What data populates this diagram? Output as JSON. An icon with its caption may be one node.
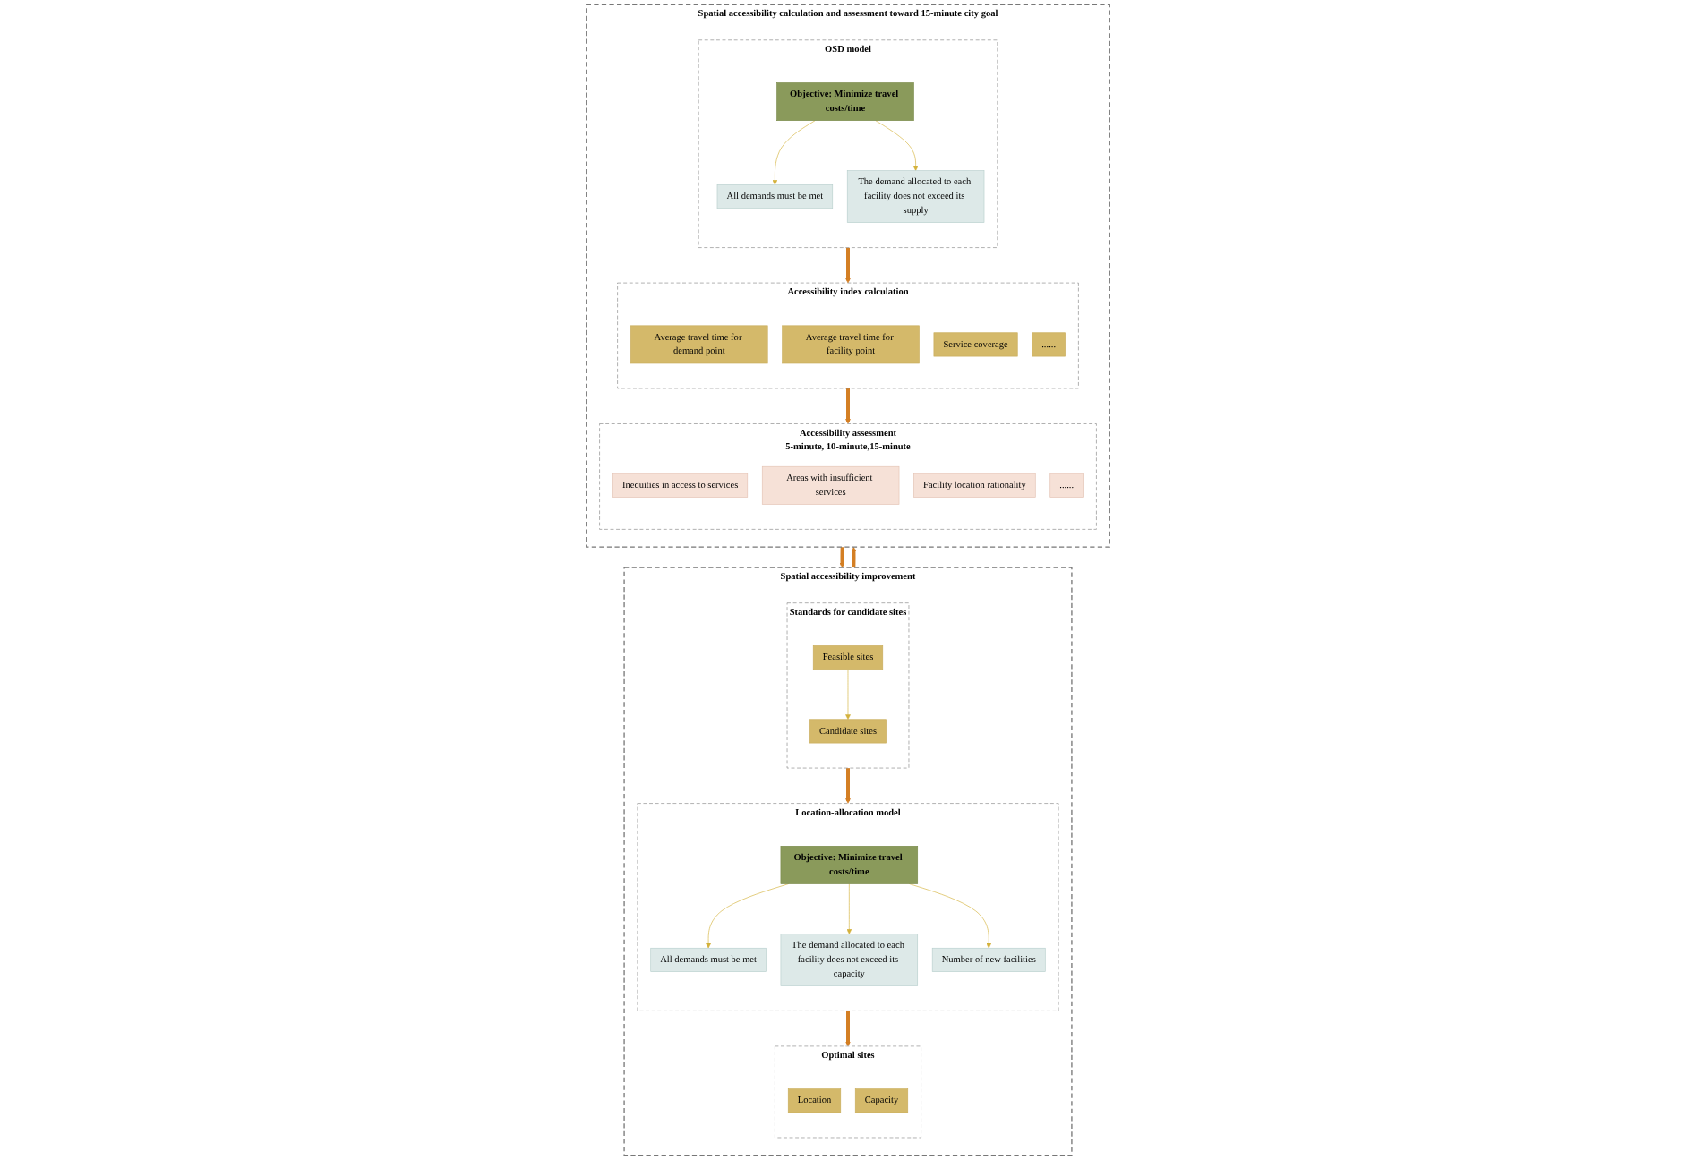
{
  "diagram": {
    "nodes": [
      {
        "text": [
          "Spatial accessibility calculation and assessment toward 15-minute city goal"
        ]
      },
      {
        "text": [
          "OSD model"
        ],
        "in": 0
      },
      {
        "text": [
          "Objective: Minimize travel costs/time"
        ],
        "in": 1
      },
      {
        "text": [
          "All demands must be met"
        ],
        "in": 1
      },
      {
        "text": [
          "The demand allocated to each facility does not exceed its supply"
        ],
        "in": 1
      },
      {
        "text": [
          "Accessibility index calculation"
        ],
        "in": 0
      },
      {
        "text": [
          "Average travel time for demand point"
        ],
        "in": 5
      },
      {
        "text": [
          "Average travel time for facility point"
        ],
        "in": 5
      },
      {
        "text": [
          "Service coverage"
        ],
        "in": 5
      },
      {
        "text": [
          "......"
        ],
        "in": 5
      },
      {
        "text": [
          "Accessibility assessment",
          "5-minute, 10-minute,15-minute"
        ],
        "in": 0
      },
      {
        "text": [
          "Inequities in access to services"
        ],
        "in": 10
      },
      {
        "text": [
          "Areas with insufficient services"
        ],
        "in": 10
      },
      {
        "text": [
          "Facility location rationality"
        ],
        "in": 10
      },
      {
        "text": [
          "......"
        ],
        "in": 10
      },
      {
        "text": [
          "Spatial accessibility improvement"
        ]
      },
      {
        "text": [
          "Standards for candidate sites"
        ],
        "in": 15
      },
      {
        "text": [
          "Feasible sites"
        ],
        "in": 16
      },
      {
        "text": [
          "Candidate sites"
        ],
        "in": 16
      },
      {
        "text": [
          "Location-allocation model"
        ],
        "in": 15
      },
      {
        "text": [
          "Objective: Minimize travel costs/time"
        ],
        "in": 19
      },
      {
        "text": [
          "All demands must be met"
        ],
        "in": 19
      },
      {
        "text": [
          "The demand allocated to each facility does not exceed its capacity"
        ],
        "in": 19
      },
      {
        "text": [
          "Number of new facilities"
        ],
        "in": 19
      },
      {
        "text": [
          "Optimal sites"
        ],
        "in": 15
      },
      {
        "text": [
          "Location"
        ],
        "in": 24
      },
      {
        "text": [
          "Capacity"
        ],
        "in": 24
      }
    ],
    "edges": [
      {
        "from": 2,
        "to": 3,
        "arrow": "to",
        "color": "#d4b23c"
      },
      {
        "from": 2,
        "to": 4,
        "arrow": "to",
        "color": "#d4b23c"
      },
      {
        "from": 1,
        "to": 5,
        "arrow": "to",
        "style": "thick",
        "color": "#d47f24"
      },
      {
        "from": 5,
        "to": 10,
        "arrow": "to",
        "style": "thick",
        "color": "#d47f24"
      },
      {
        "from": 0,
        "to": 15,
        "arrow": "to",
        "style": "thick",
        "color": "#d47f24"
      },
      {
        "from": 15,
        "to": 0,
        "arrow": "to",
        "style": "thick",
        "color": "#d47f24"
      },
      {
        "from": 17,
        "to": 18,
        "arrow": "to",
        "color": "#d4b23c"
      },
      {
        "from": 16,
        "to": 19,
        "arrow": "to",
        "style": "thick",
        "color": "#d47f24"
      },
      {
        "from": 20,
        "to": 21,
        "arrow": "to",
        "color": "#d4b23c"
      },
      {
        "from": 20,
        "to": 22,
        "arrow": "to",
        "color": "#d4b23c"
      },
      {
        "from": 20,
        "to": 23,
        "arrow": "to",
        "color": "#d4b23c"
      },
      {
        "from": 19,
        "to": 24,
        "arrow": "to",
        "style": "thick",
        "color": "#d47f24"
      }
    ]
  }
}
